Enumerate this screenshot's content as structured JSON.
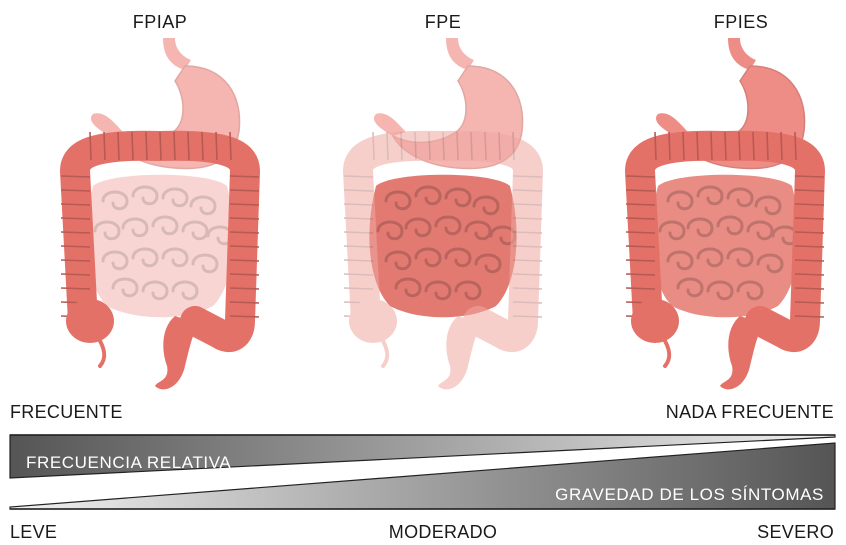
{
  "panels": [
    {
      "title": "FPIAP",
      "colon_color": "#e47168",
      "colon_opacity": 1.0,
      "intestine_color": "#f6c7c4",
      "intestine_opacity": 0.75,
      "stomach_color": "#f4a9a4",
      "stomach_opacity": 0.85
    },
    {
      "title": "FPE",
      "colon_color": "#f0a8a2",
      "colon_opacity": 0.55,
      "intestine_color": "#e27a72",
      "intestine_opacity": 1.0,
      "stomach_color": "#f4a9a4",
      "stomach_opacity": 0.85
    },
    {
      "title": "FPIES",
      "colon_color": "#e47168",
      "colon_opacity": 1.0,
      "intestine_color": "#e88c84",
      "intestine_opacity": 1.0,
      "stomach_color": "#ee8d86",
      "stomach_opacity": 1.0
    }
  ],
  "frequency": {
    "left": "FRECUENTE",
    "right": "NADA FRECUENTE"
  },
  "wedges": {
    "top": "FRECUENCIA RELATIVA",
    "bottom": "GRAVEDAD DE LOS SÍNTOMAS"
  },
  "severity": {
    "left": "LEVE",
    "middle": "MODERADO",
    "right": "SEVERO"
  },
  "colors": {
    "wedge_dark": "#555555",
    "wedge_light": "#f2f2f2"
  }
}
